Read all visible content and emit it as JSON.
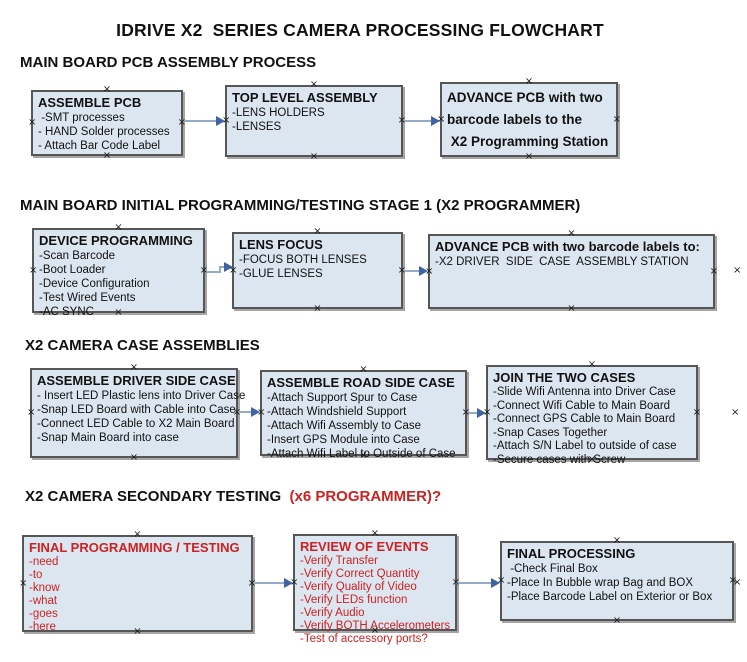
{
  "title": "IDRIVE X2  SERIES CAMERA PROCESSING FLOWCHART",
  "ui": {
    "marker_glyph": "×"
  },
  "colors": {
    "box_fill": "#dce6f1",
    "box_border": "#565656",
    "box_shadow": "#a6a6a6",
    "red": "#cc2222",
    "ink": "#111111",
    "arrow_line": "#95aac8",
    "arrow_head": "#3f63a3"
  },
  "sections": [
    {
      "header": "MAIN BOARD PCB ASSEMBLY PROCESS",
      "header_suffix": "",
      "boxes": [
        {
          "title": "ASSEMBLE PCB",
          "items": [
            " -SMT processes",
            "- HAND Solder processes",
            "- Attach Bar Code Label"
          ]
        },
        {
          "title": "TOP LEVEL ASSEMBLY",
          "items": [
            "-LENS HOLDERS",
            "-LENSES"
          ]
        },
        {
          "title_lines": [
            "ADVANCE PCB with two",
            "barcode labels to the",
            " X2 Programming Station"
          ],
          "items": []
        }
      ]
    },
    {
      "header": "MAIN BOARD INITIAL PROGRAMMING/TESTING STAGE 1 (X2 PROGRAMMER)",
      "header_suffix": "",
      "boxes": [
        {
          "title": "DEVICE PROGRAMMING",
          "items": [
            "-Scan Barcode",
            "-Boot Loader",
            "-Device Configuration",
            "-Test Wired Events",
            "-AC SYNC"
          ]
        },
        {
          "title": "LENS FOCUS",
          "items": [
            "-FOCUS BOTH LENSES",
            "-GLUE LENSES"
          ]
        },
        {
          "title": "ADVANCE PCB with two barcode labels to:",
          "items": [
            "-X2 DRIVER  SIDE  CASE  ASSEMBLY STATION"
          ]
        }
      ]
    },
    {
      "header": "X2 CAMERA CASE ASSEMBLIES",
      "header_suffix": "",
      "boxes": [
        {
          "title": "ASSEMBLE DRIVER SIDE CASE",
          "items": [
            "- Insert LED Plastic lens into Driver Case",
            "-Snap LED Board with Cable into Case",
            "-Connect LED Cable to X2 Main Board",
            "-Snap Main Board into case"
          ]
        },
        {
          "title": "ASSEMBLE ROAD SIDE CASE",
          "items": [
            "-Attach Support Spur to Case",
            "-Attach Windshield Support",
            "-Attach Wifi Assembly to Case",
            "-Insert GPS Module into Case",
            "-Attach Wifi Label to Outside of Case"
          ]
        },
        {
          "title": "JOIN THE TWO CASES",
          "items": [
            "-Slide Wifi Antenna into Driver Case",
            "-Connect Wifi Cable to Main Board",
            "-Connect GPS Cable to Main Board",
            "-Snap Cases Together",
            "-Attach S/N Label to outside of case",
            "-Secure cases with Screw"
          ]
        }
      ]
    },
    {
      "header": "X2 CAMERA SECONDARY TESTING ",
      "header_suffix": " (x6 PROGRAMMER)?",
      "boxes": [
        {
          "title": "FINAL PROGRAMMING / TESTING",
          "red": true,
          "items": [
            "-need",
            "-to",
            "-know",
            "-what",
            "-goes",
            "-here"
          ]
        },
        {
          "title": "REVIEW OF EVENTS",
          "red": true,
          "items": [
            "-Verify Transfer",
            "-Verify Correct Quantity",
            "-Verify Quality of Video",
            "-Verify LEDs function",
            "-Verify Audio",
            "-Verify BOTH Accelerometers",
            "-Test of accessory ports?"
          ]
        },
        {
          "title": "FINAL PROCESSING",
          "items": [
            " -Check Final Box",
            "-Place In Bubble wrap Bag and BOX",
            "-Place Barcode Label on Exterior or Box"
          ]
        }
      ]
    }
  ]
}
